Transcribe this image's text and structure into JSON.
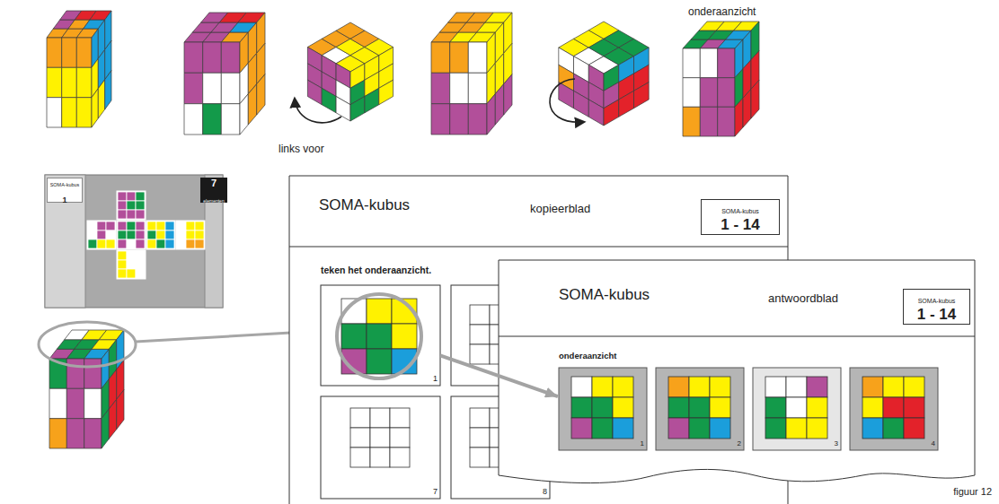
{
  "diagram": {
    "caption": "figuur 12",
    "nodes": [
      {
        "text": [
          "SOMA-kubus",
          "1"
        ]
      },
      {
        "text": [
          "7",
          "elementen"
        ]
      },
      {
        "text": [
          "SOMA-kubus",
          "kopieerblad",
          "teken het onderaanzicht."
        ]
      },
      {
        "text": [
          "SOMA-kubus",
          "1 - 14"
        ],
        "in": 2
      },
      {
        "text": [
          "1"
        ],
        "in": 2
      },
      {
        "text": [
          "7"
        ],
        "in": 2
      },
      {
        "text": [
          "8"
        ],
        "in": 2
      },
      {
        "text": [
          "SOMA-kubus",
          "antwoordblad",
          "onderaanzicht"
        ]
      },
      {
        "text": [
          "SOMA-kubus",
          "1 - 14"
        ],
        "in": 7
      },
      {
        "text": [
          "1"
        ],
        "in": 7
      },
      {
        "text": [
          "2"
        ],
        "in": 7
      },
      {
        "text": [
          "3"
        ],
        "in": 7
      },
      {
        "text": [
          "4"
        ],
        "in": 7
      }
    ],
    "edges": [
      {
        "from": 4,
        "to": 9,
        "arrow": "to"
      }
    ],
    "labels": [
      "onderaanzicht",
      "links voor"
    ]
  }
}
